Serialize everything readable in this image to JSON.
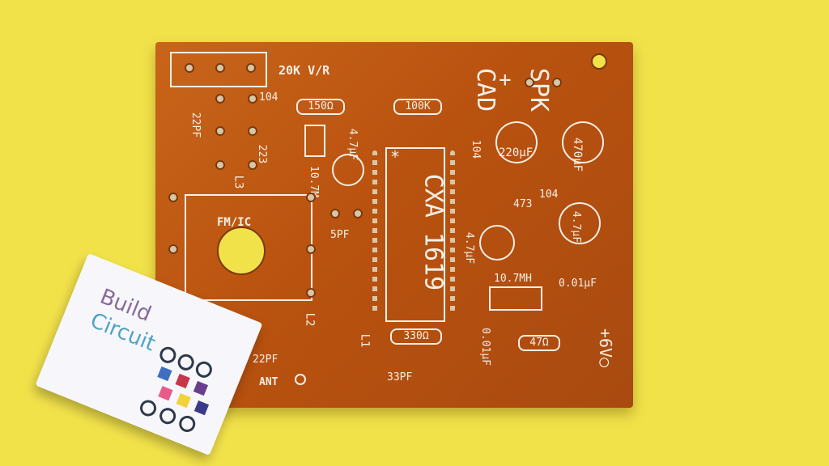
{
  "board": {
    "pot_label": "20K V/R",
    "spk_label": "SPK",
    "cad_label": "CAD",
    "plus": "+",
    "cap_104_top": "104",
    "r150": "150Ω",
    "r100k": "100K",
    "cap_22pf_top": "22PF",
    "cap_223": "223",
    "cap_4_7uf_a": "4.7μF",
    "xtal_10_7m": "10.7M",
    "coil_l3": "L3",
    "fm_ic": "FM/IC",
    "cap_5pf": "5PF",
    "chip": "CXA 1619",
    "star": "*",
    "cap_104_mid": "104",
    "cap_220uf": "220μF",
    "cap_470uf": "470μF",
    "cap_104_right": "104",
    "cap_473": "473",
    "cap_4_7uf_b": "4.7μF",
    "cap_4_7uf_c": "4.7μF",
    "filter_10_7mh": "10.7MH",
    "cap_0_01uf_right": "0.01μF",
    "cap_0_01uf_mid": "0.01μF",
    "r470": "47Ω",
    "r330": "330Ω",
    "coil_l2": "L2",
    "coil_l1": "L1",
    "cap_22pf_bottom": "22PF",
    "cap_33pf": "33PF",
    "ant_label": "ANT",
    "power_label": "+6V○"
  },
  "logo": {
    "word1": "Build",
    "word2": "Circuit"
  }
}
